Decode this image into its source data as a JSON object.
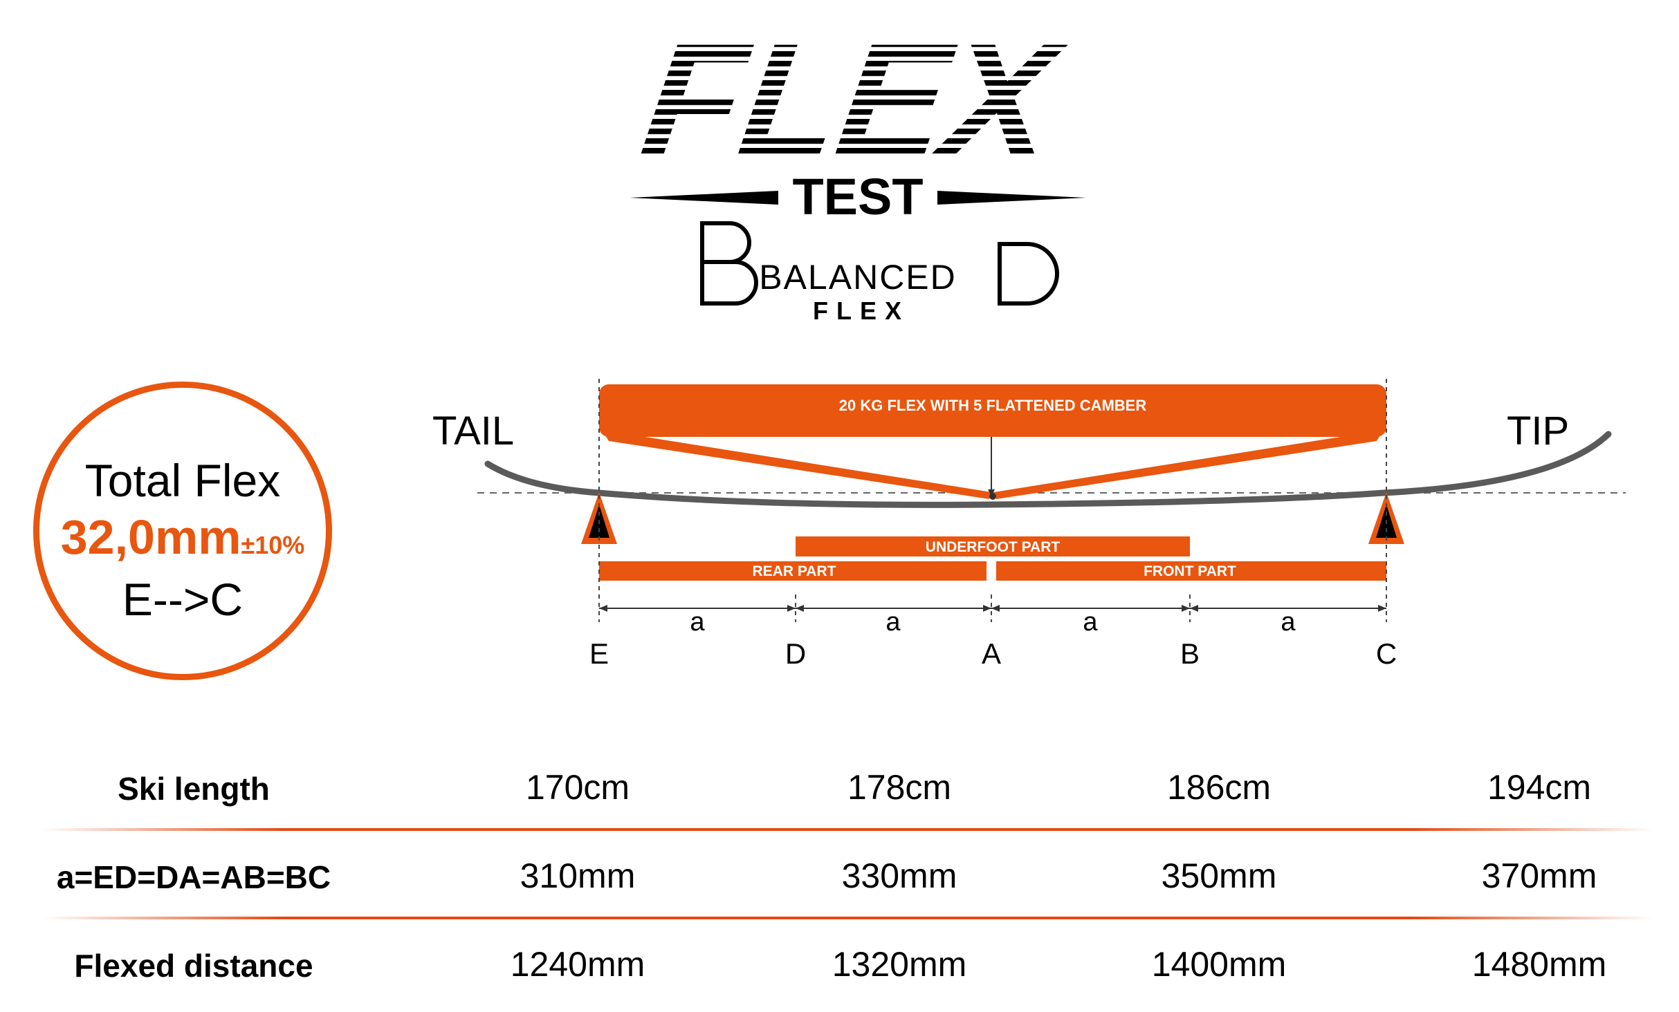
{
  "logo": {
    "title": "FLEX",
    "subtitle": "TEST",
    "brand_main": "BALANCED",
    "brand_sub": "FLEX"
  },
  "circle": {
    "title": "Total Flex",
    "value": "32,0mm",
    "tolerance": "±10%",
    "direction": "E-->C"
  },
  "diagram": {
    "tail_label": "TAIL",
    "tip_label": "TIP",
    "banner": "20 KG FLEX WITH 5 FLATTENED CAMBER",
    "underfoot": "UNDERFOOT PART",
    "rear": "REAR PART",
    "front": "FRONT PART",
    "segment_label": "a",
    "points": [
      "E",
      "D",
      "A",
      "B",
      "C"
    ]
  },
  "table": {
    "rows": [
      {
        "label": "Ski length",
        "values": [
          "170cm",
          "178cm",
          "186cm",
          "194cm"
        ]
      },
      {
        "label": "a=ED=DA=AB=BC",
        "values": [
          "310mm",
          "330mm",
          "350mm",
          "370mm"
        ]
      },
      {
        "label": "Flexed distance",
        "values": [
          "1240mm",
          "1320mm",
          "1400mm",
          "1480mm"
        ]
      }
    ]
  },
  "colors": {
    "accent": "#e8560f",
    "ski": "#555555",
    "text": "#000000"
  }
}
